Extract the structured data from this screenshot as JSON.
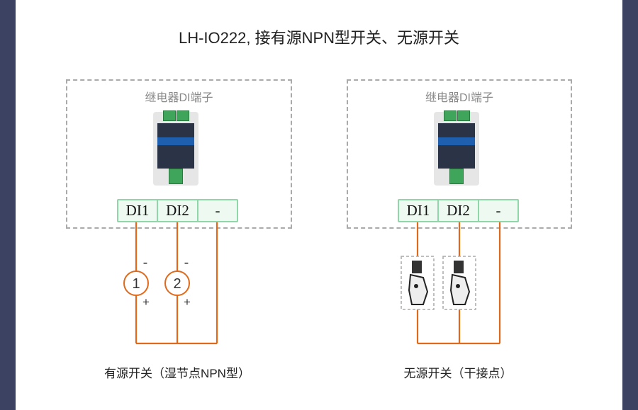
{
  "title": "LH-IO222, 接有源NPN型开关、无源开关",
  "colors": {
    "wire": "#e06a1c",
    "terminal_border": "#8fd6a8",
    "side_background": "#3c4262"
  },
  "terminals": [
    "DI1",
    "DI2",
    "-"
  ],
  "left_panel": {
    "box_label": "继电器DI端子",
    "sources": [
      {
        "label": "1",
        "minus": "-",
        "plus": "+"
      },
      {
        "label": "2",
        "minus": "-",
        "plus": "+"
      }
    ],
    "caption": "有源开关（湿节点NPN型）"
  },
  "right_panel": {
    "box_label": "继电器DI端子",
    "switch_icon": "toggle-switch-icon",
    "caption": "无源开关（干接点）"
  }
}
